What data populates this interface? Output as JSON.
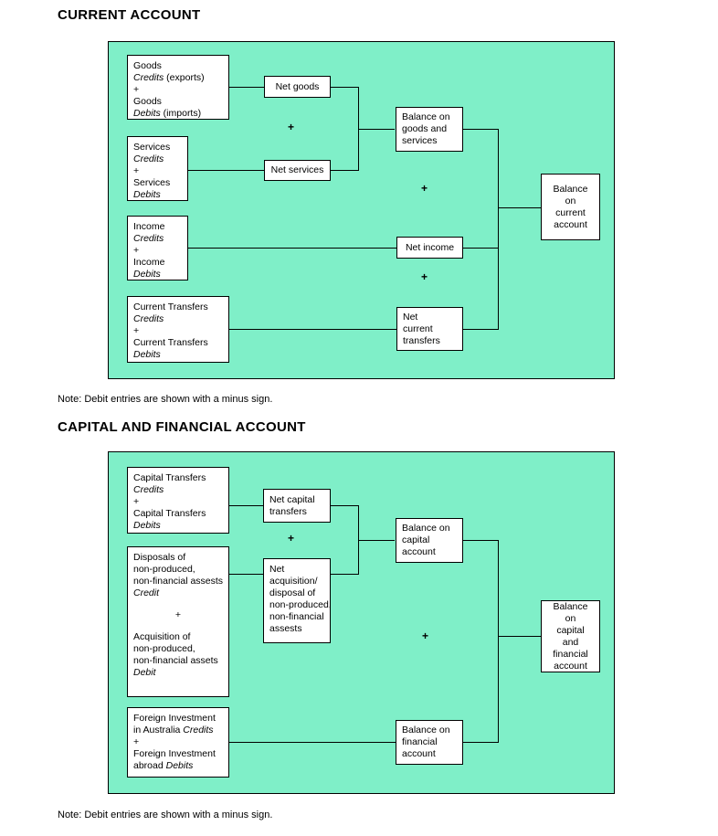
{
  "page": {
    "background": "#ffffff",
    "panel_fill": "#7FEFC8",
    "box_fill": "#ffffff",
    "line_color": "#000000"
  },
  "section1": {
    "title": "CURRENT ACCOUNT",
    "note": "Note: Debit entries are shown with a minus sign.",
    "boxes": {
      "goods": {
        "l1": "Goods",
        "l2_it": "Credits",
        "l2_rest": " (exports)",
        "l3": "+",
        "l4": "Goods",
        "l5_it": "Debits",
        "l5_rest": " (imports)"
      },
      "services": {
        "l1": "Services",
        "l2_it": "Credits",
        "l3": "+",
        "l4": "Services",
        "l5_it": "Debits"
      },
      "income": {
        "l1": "Income",
        "l2_it": "Credits",
        "l3": "+",
        "l4": "Income",
        "l5_it": "Debits"
      },
      "current_transfers": {
        "l1": "Current Transfers",
        "l2_it": "Credits",
        "l3": "+",
        "l4": "Current Transfers",
        "l5_it": "Debits"
      },
      "net_goods": {
        "l1": "Net goods"
      },
      "net_services": {
        "l1": "Net services"
      },
      "net_income": {
        "l1": "Net income"
      },
      "net_current_transfers": {
        "l1": "Net",
        "l2": "current",
        "l3": "transfers"
      },
      "balance_goods_services": {
        "l1": "Balance on",
        "l2": "goods and",
        "l3": "services"
      },
      "balance_current_account": {
        "l1": "Balance",
        "l2": "on",
        "l3": "current",
        "l4": "account"
      }
    },
    "operators": {
      "op1": "+",
      "op2": "+",
      "op3": "+"
    }
  },
  "section2": {
    "title": "CAPITAL AND FINANCIAL ACCOUNT",
    "note": "Note: Debit entries are shown with a minus sign.",
    "boxes": {
      "capital_transfers": {
        "l1": "Capital Transfers",
        "l2_it": "Credits",
        "l3": "+",
        "l4": "Capital Transfers",
        "l5_it": "Debits"
      },
      "disposals": {
        "l1": "Disposals of",
        "l2": "non-produced,",
        "l3": "non-financial assests",
        "l4_it": "Credit",
        "l5": "+",
        "l6": "Acquisition of",
        "l7": "non-produced,",
        "l8": "non-financial assets",
        "l9_it": "Debit"
      },
      "foreign_investment": {
        "l1": "Foreign Investment",
        "l2": "in Australia ",
        "l2_it": "Credits",
        "l3": "+",
        "l4": "Foreign Investment",
        "l5": "abroad ",
        "l5_it": "Debits"
      },
      "net_capital_transfers": {
        "l1": "Net capital",
        "l2": "transfers"
      },
      "net_acquisition": {
        "l1": "Net",
        "l2": "acquisition/",
        "l3": "disposal of",
        "l4": "non-produced,",
        "l5": "non-financial",
        "l6": "assests"
      },
      "balance_capital_account": {
        "l1": "Balance on",
        "l2": "capital",
        "l3": "account"
      },
      "balance_financial_account": {
        "l1": "Balance on",
        "l2": "financial",
        "l3": "account"
      },
      "balance_capital_financial": {
        "l1": "Balance",
        "l2": "on",
        "l3": "capital",
        "l4": "and",
        "l5": "financial",
        "l6": "account"
      }
    },
    "operators": {
      "op1": "+",
      "op2": "+"
    }
  }
}
